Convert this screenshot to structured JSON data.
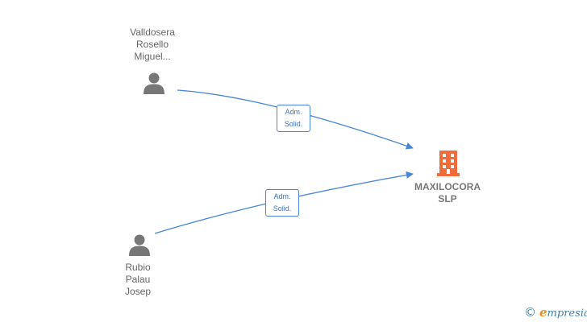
{
  "people": [
    {
      "name_lines": [
        "Valldosera",
        "Rosello",
        "Miguel..."
      ],
      "icon": "person-icon"
    },
    {
      "name_lines": [
        "Rubio",
        "Palau",
        "Josep"
      ],
      "icon": "person-icon"
    }
  ],
  "company": {
    "name_lines": [
      "MAXILOCORA",
      "SLP"
    ],
    "icon": "building-icon",
    "color": "#f26b3a"
  },
  "relations": [
    {
      "from": "Valldosera Rosello Miguel...",
      "to": "MAXILOCORA SLP",
      "label_lines": [
        "Adm.",
        "Solid."
      ]
    },
    {
      "from": "Rubio Palau Josep",
      "to": "MAXILOCORA SLP",
      "label_lines": [
        "Adm.",
        "Solid."
      ]
    }
  ],
  "colors": {
    "edge": "#4a86d8",
    "person": "#777777",
    "company": "#f26b3a"
  },
  "brand": {
    "symbol": "©",
    "e": "e",
    "rest": "mpresia",
    "icon": "copyright-icon"
  }
}
